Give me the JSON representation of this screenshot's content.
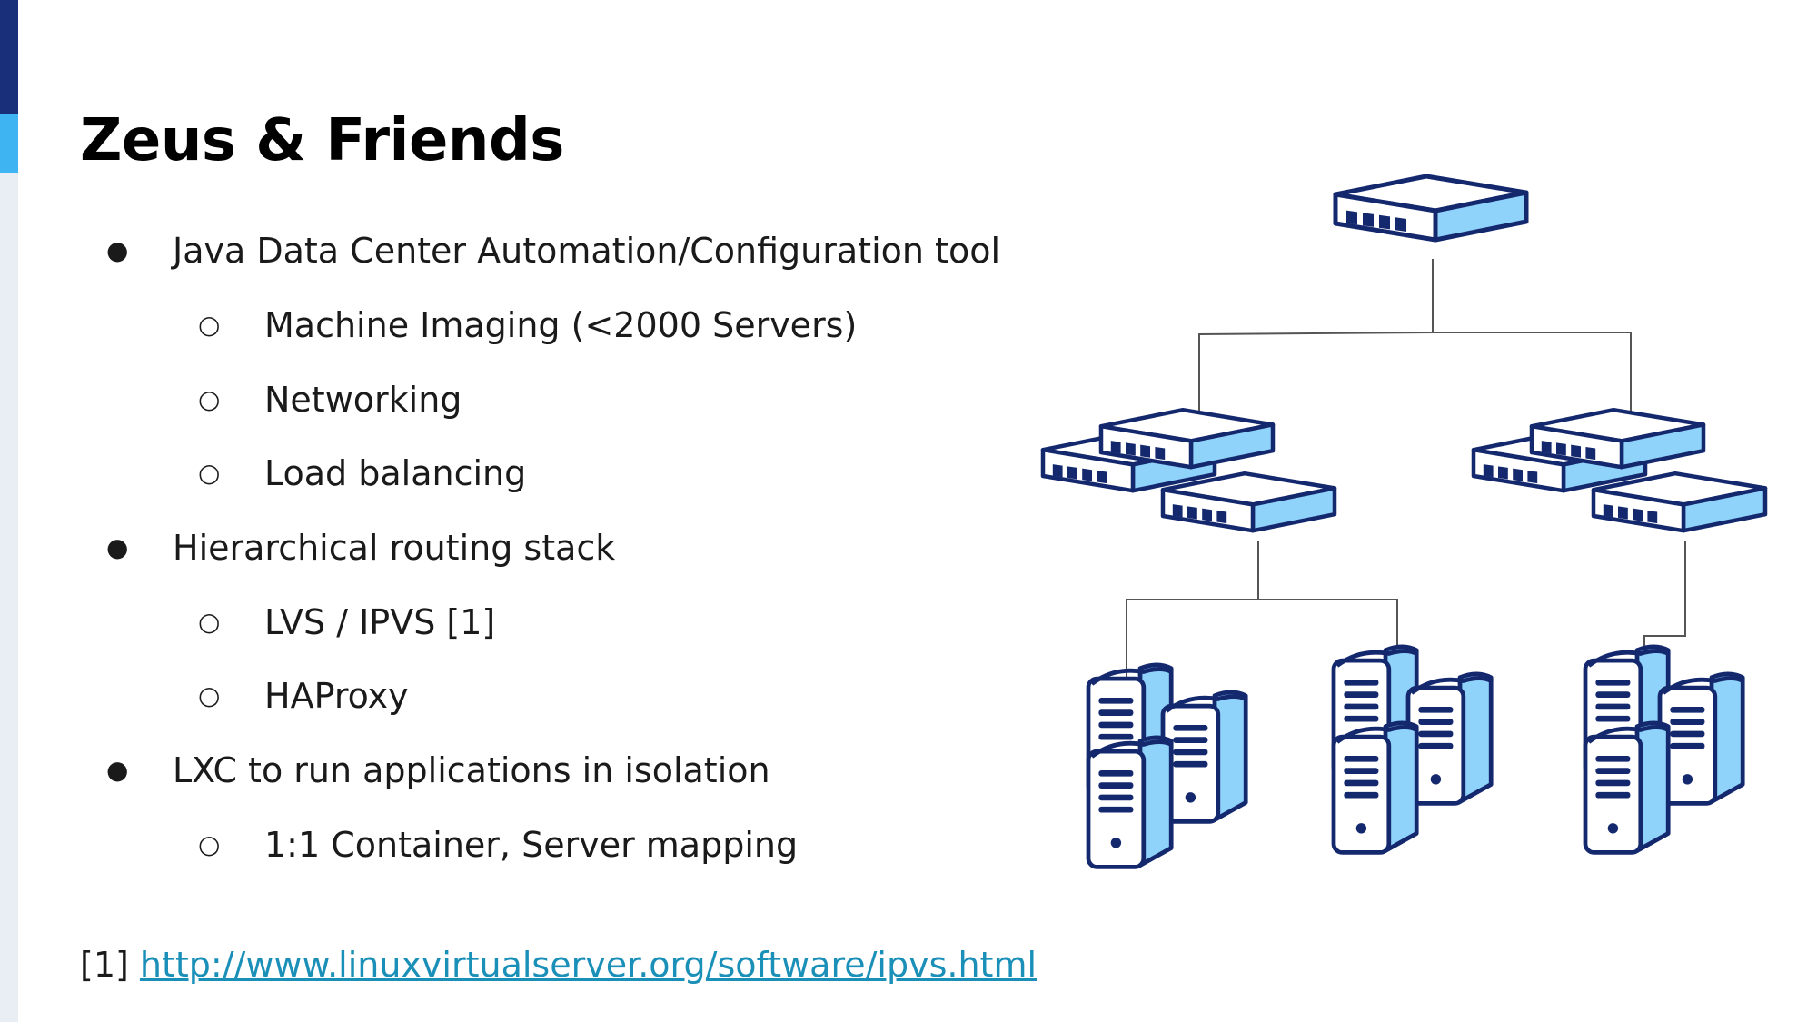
{
  "slide": {
    "title": "Zeus & Friends",
    "bullets": [
      {
        "level": 1,
        "marker": "●",
        "text": "Java Data Center Automation/Configuration tool"
      },
      {
        "level": 2,
        "marker": "○",
        "text": "Machine Imaging (<2000 Servers)"
      },
      {
        "level": 2,
        "marker": "○",
        "text": "Networking"
      },
      {
        "level": 2,
        "marker": "○",
        "text": "Load balancing"
      },
      {
        "level": 1,
        "marker": "●",
        "text": "Hierarchical routing stack"
      },
      {
        "level": 2,
        "marker": "○",
        "text": "LVS / IPVS [1]"
      },
      {
        "level": 2,
        "marker": "○",
        "text": "HAProxy"
      },
      {
        "level": 1,
        "marker": "●",
        "text": "LXC to run applications in isolation"
      },
      {
        "level": 2,
        "marker": "○",
        "text": "1:1 Container, Server mapping"
      }
    ],
    "footnote": {
      "ref": "[1]",
      "link_text": "http://www.linuxvirtualserver.org/software/ipvs.html"
    }
  },
  "colors": {
    "accent_dark": "#1a2f7a",
    "accent_light": "#3fb4f3",
    "icon_stroke": "#14286e",
    "icon_fill": "#8fd3fb",
    "link": "#1a8fb8"
  },
  "diagram": {
    "icons": [
      "network-switch-icon",
      "server-tower-icon"
    ]
  }
}
